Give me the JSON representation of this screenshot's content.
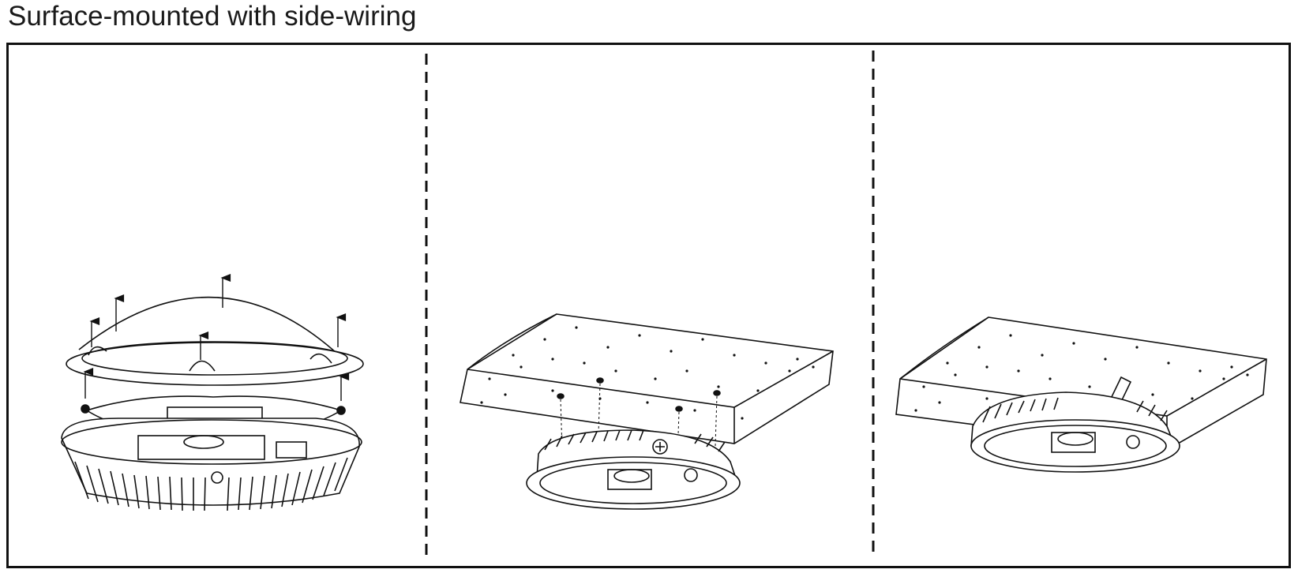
{
  "page": {
    "title": "Surface-mounted with side-wiring"
  },
  "panels": [
    {
      "name": "step-remove-cover",
      "depicts": "dome cover lifted off housing"
    },
    {
      "name": "step-fix-to-ceiling",
      "depicts": "housing screwed to ceiling"
    },
    {
      "name": "step-mounted",
      "depicts": "housing mounted with side cable"
    }
  ],
  "colors": {
    "line": "#111111",
    "background": "#ffffff"
  }
}
